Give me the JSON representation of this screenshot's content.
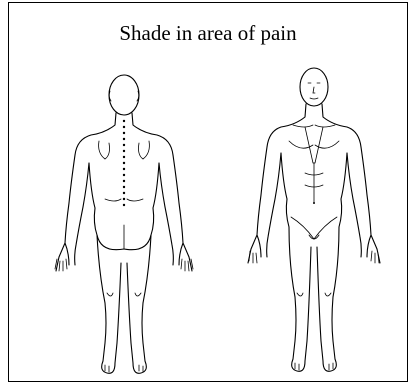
{
  "title": "Shade in area of pain",
  "figures": [
    {
      "view": "back",
      "icon": "body-back-outline"
    },
    {
      "view": "front",
      "icon": "body-front-outline"
    }
  ],
  "colors": {
    "line": "#000000",
    "background": "#ffffff"
  }
}
